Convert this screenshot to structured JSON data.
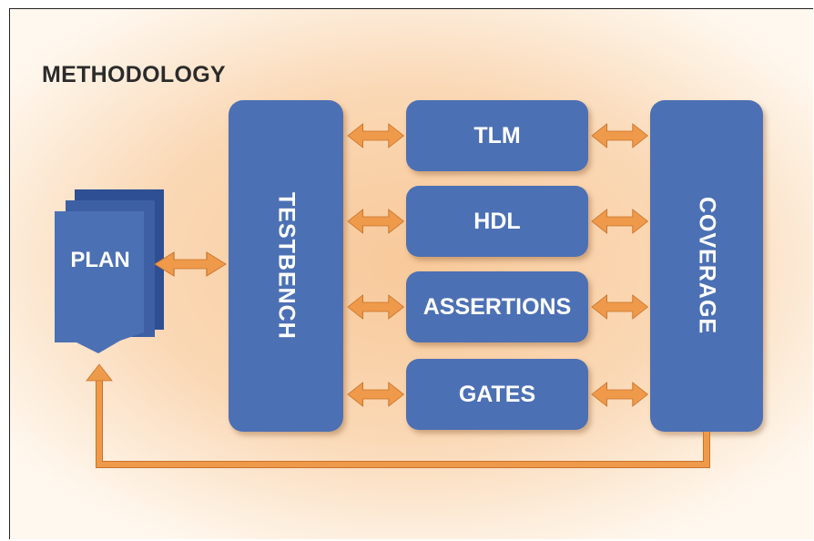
{
  "title": "METHODOLOGY",
  "plan": {
    "label": "PLAN"
  },
  "testbench": {
    "label": "TESTBENCH"
  },
  "coverage": {
    "label": "COVERAGE"
  },
  "modules": [
    {
      "label": "TLM"
    },
    {
      "label": "HDL"
    },
    {
      "label": "ASSERTIONS"
    },
    {
      "label": "GATES"
    }
  ],
  "colors": {
    "block": "#4c70b4",
    "arrow": "#ef9a4a",
    "background": "#f8c99a"
  }
}
